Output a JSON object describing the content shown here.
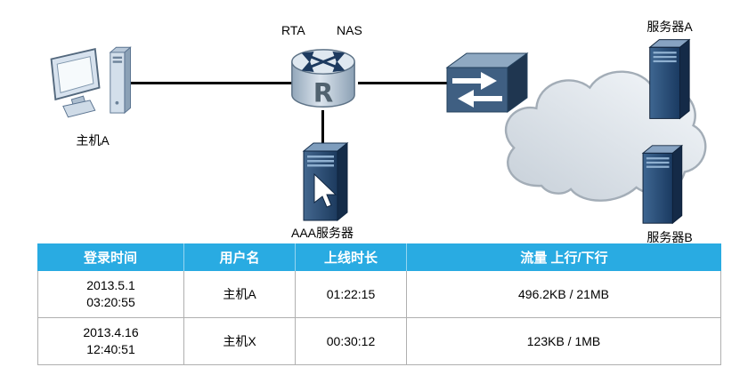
{
  "diagram": {
    "nodes": {
      "host_a": {
        "label": "主机A",
        "icon": "desktop-pc-icon"
      },
      "router": {
        "label_rta": "RTA",
        "label_nas": "NAS",
        "letter": "R",
        "icon": "router-icon"
      },
      "aaa_server": {
        "label": "AAA服务器",
        "icon": "aaa-server-icon"
      },
      "switch": {
        "icon": "switch-icon"
      },
      "cloud": {
        "icon": "cloud-icon"
      },
      "server_a": {
        "label": "服务器A",
        "icon": "server-tower-icon"
      },
      "server_b": {
        "label": "服务器B",
        "icon": "server-tower-icon"
      }
    }
  },
  "table": {
    "headers": [
      "登录时间",
      "用户名",
      "上线时长",
      "流量 上行/下行"
    ],
    "rows": [
      {
        "login_time": "2013.5.1\n03:20:55",
        "username": "主机A",
        "duration": "01:22:15",
        "traffic": "496.2KB / 21MB"
      },
      {
        "login_time": "2013.4.16\n12:40:51",
        "username": "主机X",
        "duration": "00:30:12",
        "traffic": "123KB / 1MB"
      }
    ]
  },
  "colors": {
    "table_header_bg": "#29abe2",
    "table_header_text": "#ffffff",
    "link_line": "#000000",
    "server_body": "#1d3a5e",
    "cloud_fill": "#dde3e9"
  }
}
